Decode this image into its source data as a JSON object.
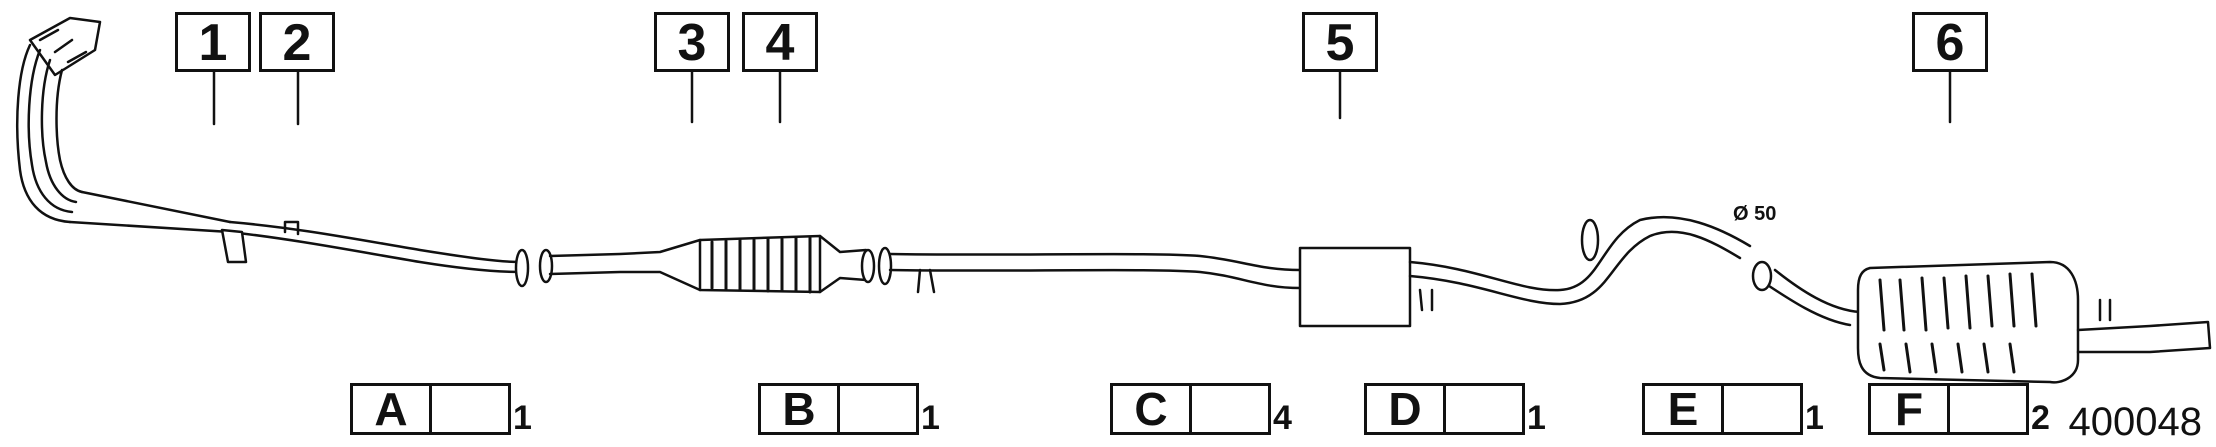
{
  "part_numbers": [
    "1",
    "2",
    "3",
    "4",
    "5",
    "6"
  ],
  "diameter_label": "Ø 50",
  "legend": [
    {
      "letter": "A",
      "icon": "flange-gasket-icon",
      "qty": "1"
    },
    {
      "letter": "B",
      "icon": "triangle-gasket-icon",
      "qty": "1"
    },
    {
      "letter": "C",
      "icon": "rubber-mount-icon",
      "qty": "4"
    },
    {
      "letter": "D",
      "icon": "hanger-ring-icon",
      "qty": "1"
    },
    {
      "letter": "E",
      "icon": "u-clamp-icon",
      "qty": "1"
    },
    {
      "letter": "F",
      "icon": "rubber-mount-icon",
      "qty": "2"
    }
  ],
  "reference_number": "400048"
}
